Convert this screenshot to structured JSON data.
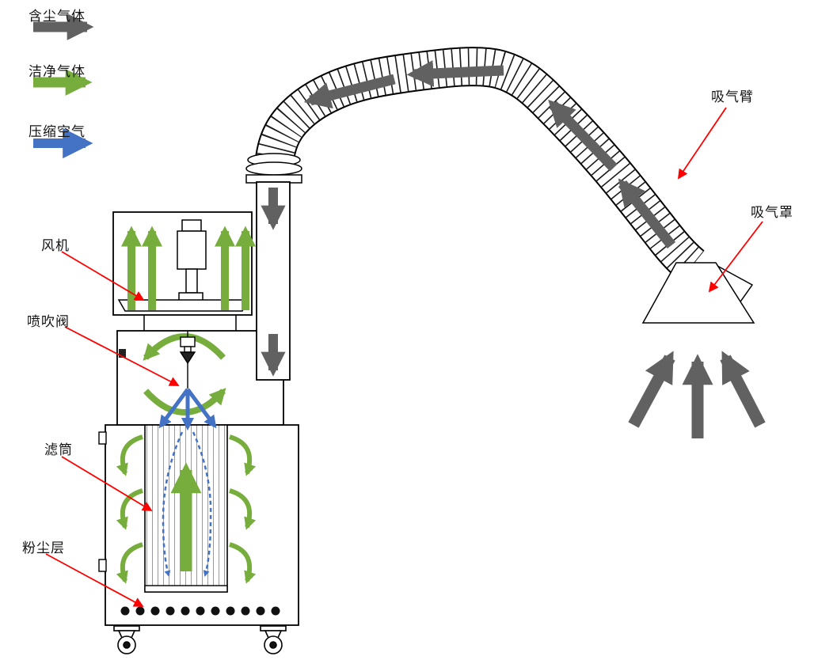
{
  "legend": {
    "items": [
      {
        "id": "dust-gas",
        "label": "含尘气体",
        "color": "#616161"
      },
      {
        "id": "clean-gas",
        "label": "洁净气体",
        "color": "#76ad3c"
      },
      {
        "id": "compressed-air",
        "label": "压缩空气",
        "color": "#4472c4"
      }
    ]
  },
  "callouts": {
    "fan": "风机",
    "pulse_valve": "喷吹阀",
    "filter_cartridge": "滤筒",
    "dust_layer": "粉尘层",
    "suction_arm": "吸气臂",
    "suction_hood": "吸气罩"
  },
  "colors": {
    "dust_gas": "#616161",
    "clean_gas": "#76ad3c",
    "compressed_air": "#4472c4",
    "callout": "#fe0000",
    "outline": "#000000"
  }
}
